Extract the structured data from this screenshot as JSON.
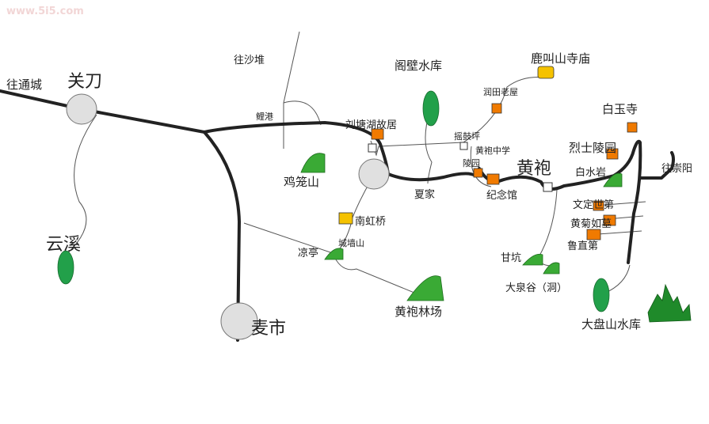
{
  "watermark": "www.5i5.com",
  "colors": {
    "road": "#222222",
    "path": "#555555",
    "green": "#3aaa35",
    "yellow": "#f5c200",
    "orange": "#f07a00",
    "town": "#e0e0e0"
  },
  "labels": {
    "to_tongcheng": "往通城",
    "guandao": "关刀",
    "to_shadui": "往沙堆",
    "gebi_reservoir": "阁壁水库",
    "luqiaoshan_temple": "鹿叫山寺庙",
    "runtian_house": "润田老屋",
    "baiyu_temple": "白玉寺",
    "ligang": "鲤港",
    "liutanghu_residence": "刘塘湖故居",
    "yaoguping": "摇鼓坪",
    "huangpao_school": "黄袍中学",
    "lingyuan": "陵园",
    "huangpao": "黄袍",
    "lieshi_cemetery": "烈士陵园",
    "baishuiyan": "白水岩",
    "to_chongyang": "往崇阳",
    "jilongshan": "鸡笼山",
    "xiajia": "夏家",
    "memorial": "纪念馆",
    "wending_house": "文定世第",
    "huangju_tomb": "黄菊如墓",
    "luzhidi": "鲁直第",
    "nanhong_bridge": "南虹桥",
    "chengqiangshan": "城墙山",
    "liangting": "凉亭",
    "yunxi": "云溪",
    "gankeng": "甘坑",
    "daquangu": "大泉谷（洞）",
    "huangpao_forest": "黄袍林场",
    "maishi": "麦市",
    "dapanshan_reservoir": "大盘山水库"
  },
  "icons": {
    "town": "town-circle-icon",
    "temple": "temple-marker-icon",
    "heritage": "heritage-marker-icon",
    "mountain": "mountain-icon",
    "reservoir": "reservoir-icon",
    "forest": "forest-icon"
  }
}
